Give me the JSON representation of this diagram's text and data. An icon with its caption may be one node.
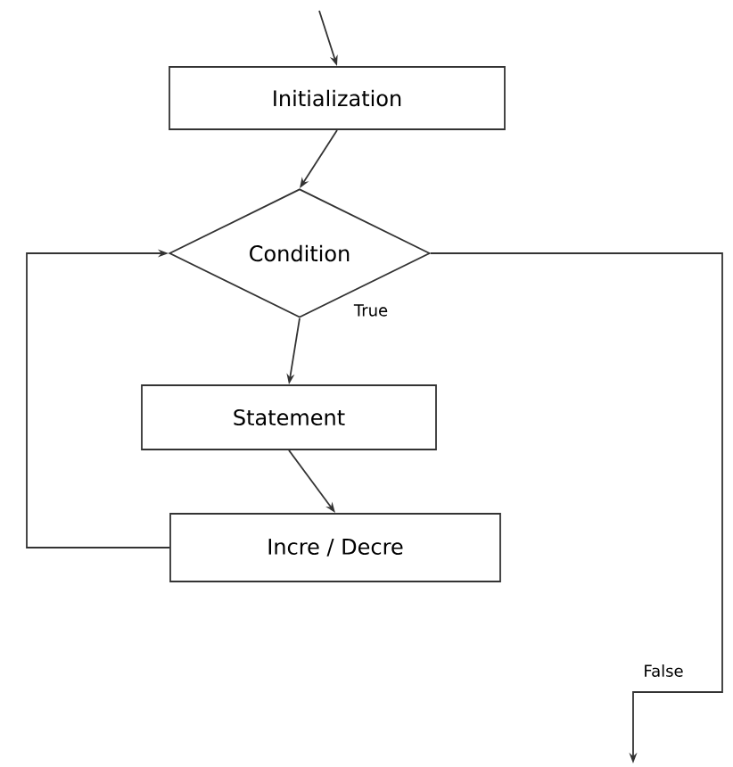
{
  "diagram": {
    "nodes": [
      {
        "text": [
          "Initialization"
        ]
      },
      {
        "text": [
          "Condition"
        ]
      },
      {
        "text": [
          "Statement"
        ]
      },
      {
        "text": [
          "Incre / Decre"
        ]
      }
    ],
    "edges": [
      {
        "from": null,
        "to": 0,
        "arrow": "to"
      },
      {
        "from": 0,
        "to": 1,
        "arrow": "to"
      },
      {
        "from": 1,
        "to": 2,
        "arrow": "to",
        "label": "True"
      },
      {
        "from": 2,
        "to": 3,
        "arrow": "to"
      },
      {
        "from": 3,
        "to": 1,
        "arrow": "to"
      },
      {
        "from": 1,
        "to": null,
        "arrow": "to",
        "label": "False"
      }
    ]
  }
}
